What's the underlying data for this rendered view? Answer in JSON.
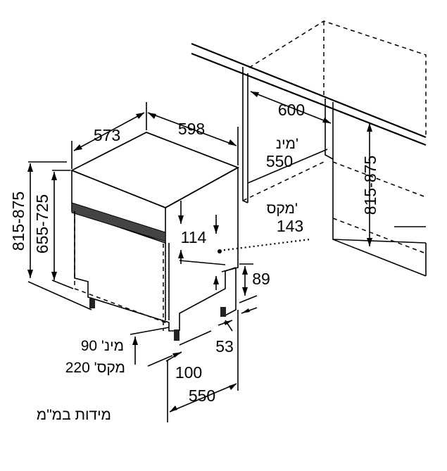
{
  "labels": {
    "d598": "598",
    "d573": "573",
    "d600": "600",
    "min_word": "מינ'",
    "d550_top": "550",
    "max_word": "מקס'",
    "d143": "143",
    "d815_left": "815-875",
    "d655_725": "655-725",
    "d815_right": "815-875",
    "d114": "114",
    "d89": "89",
    "d53": "53",
    "min90": "מינ' 90",
    "max220": "מקס' 220",
    "d100": "100",
    "d550_bottom": "550",
    "units_note": "מידות במ\"מ"
  }
}
